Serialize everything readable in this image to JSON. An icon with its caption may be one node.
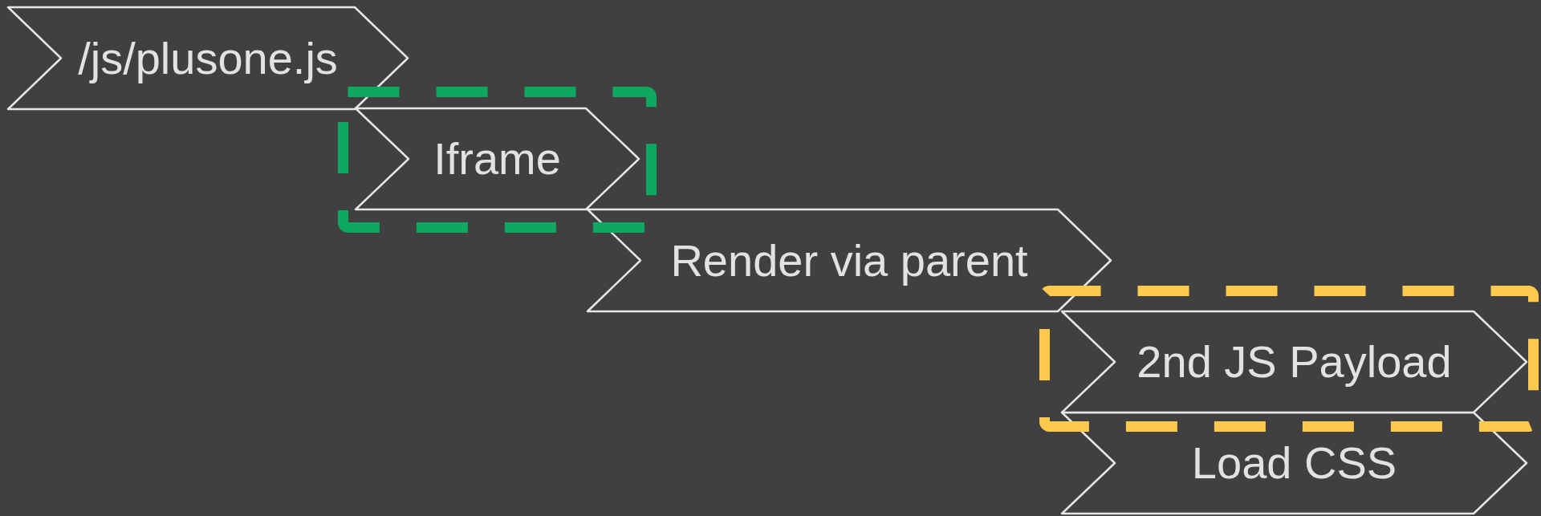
{
  "diagram": {
    "nodes": [
      {
        "text": [
          "/js/plusone.js"
        ]
      },
      {
        "text": [],
        "shape": "box"
      },
      {
        "text": [
          "Iframe"
        ],
        "in": 1
      },
      {
        "text": [
          "Render via parent"
        ]
      },
      {
        "text": [],
        "shape": "box"
      },
      {
        "text": [
          "2nd JS Payload"
        ],
        "in": 4
      },
      {
        "text": [
          "Load CSS"
        ]
      }
    ]
  }
}
